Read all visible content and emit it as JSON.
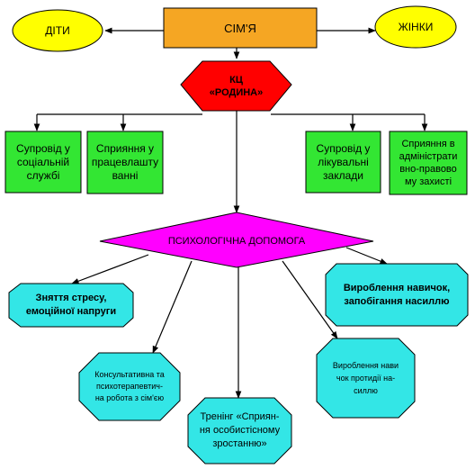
{
  "nodes": {
    "simya": "СІМ'Я",
    "dity": "ДІТИ",
    "zhinky": "ЖІНКИ",
    "kc": "КЦ\n«РОДИНА»",
    "supr_social": "Супровід у\nсоціальній\nслужбі",
    "spr_prats": "Сприяння у\nпрацевлашту\nванні",
    "supr_likuv": "Супровід у\nлікувальні\nзаклади",
    "spr_admin": "Сприяння в\nадміністрати\nвно-правово\nму захисті",
    "psych": "ПСИХОЛОГІЧНА ДОПОМОГА",
    "stress": "Зняття стресу,\nемоційної напруги",
    "navychky": "Вироблення навичок,\nзапобігання насиллю",
    "konsult": "Консультативна та\nпсихотерапевтич-\nна робота з сім'єю",
    "protydii": "Вироблення нави\nчок протидії на-\nсиллю",
    "trening": "Тренінг «Сприян-\nня особистісному\nзростанню»"
  },
  "colors": {
    "simya": "#f5a623",
    "ellipse": "#ffff00",
    "kc": "#ff0000",
    "green": "#33e633",
    "psych": "#ff00ff",
    "cyan": "#33e6e6",
    "line": "#000000"
  }
}
